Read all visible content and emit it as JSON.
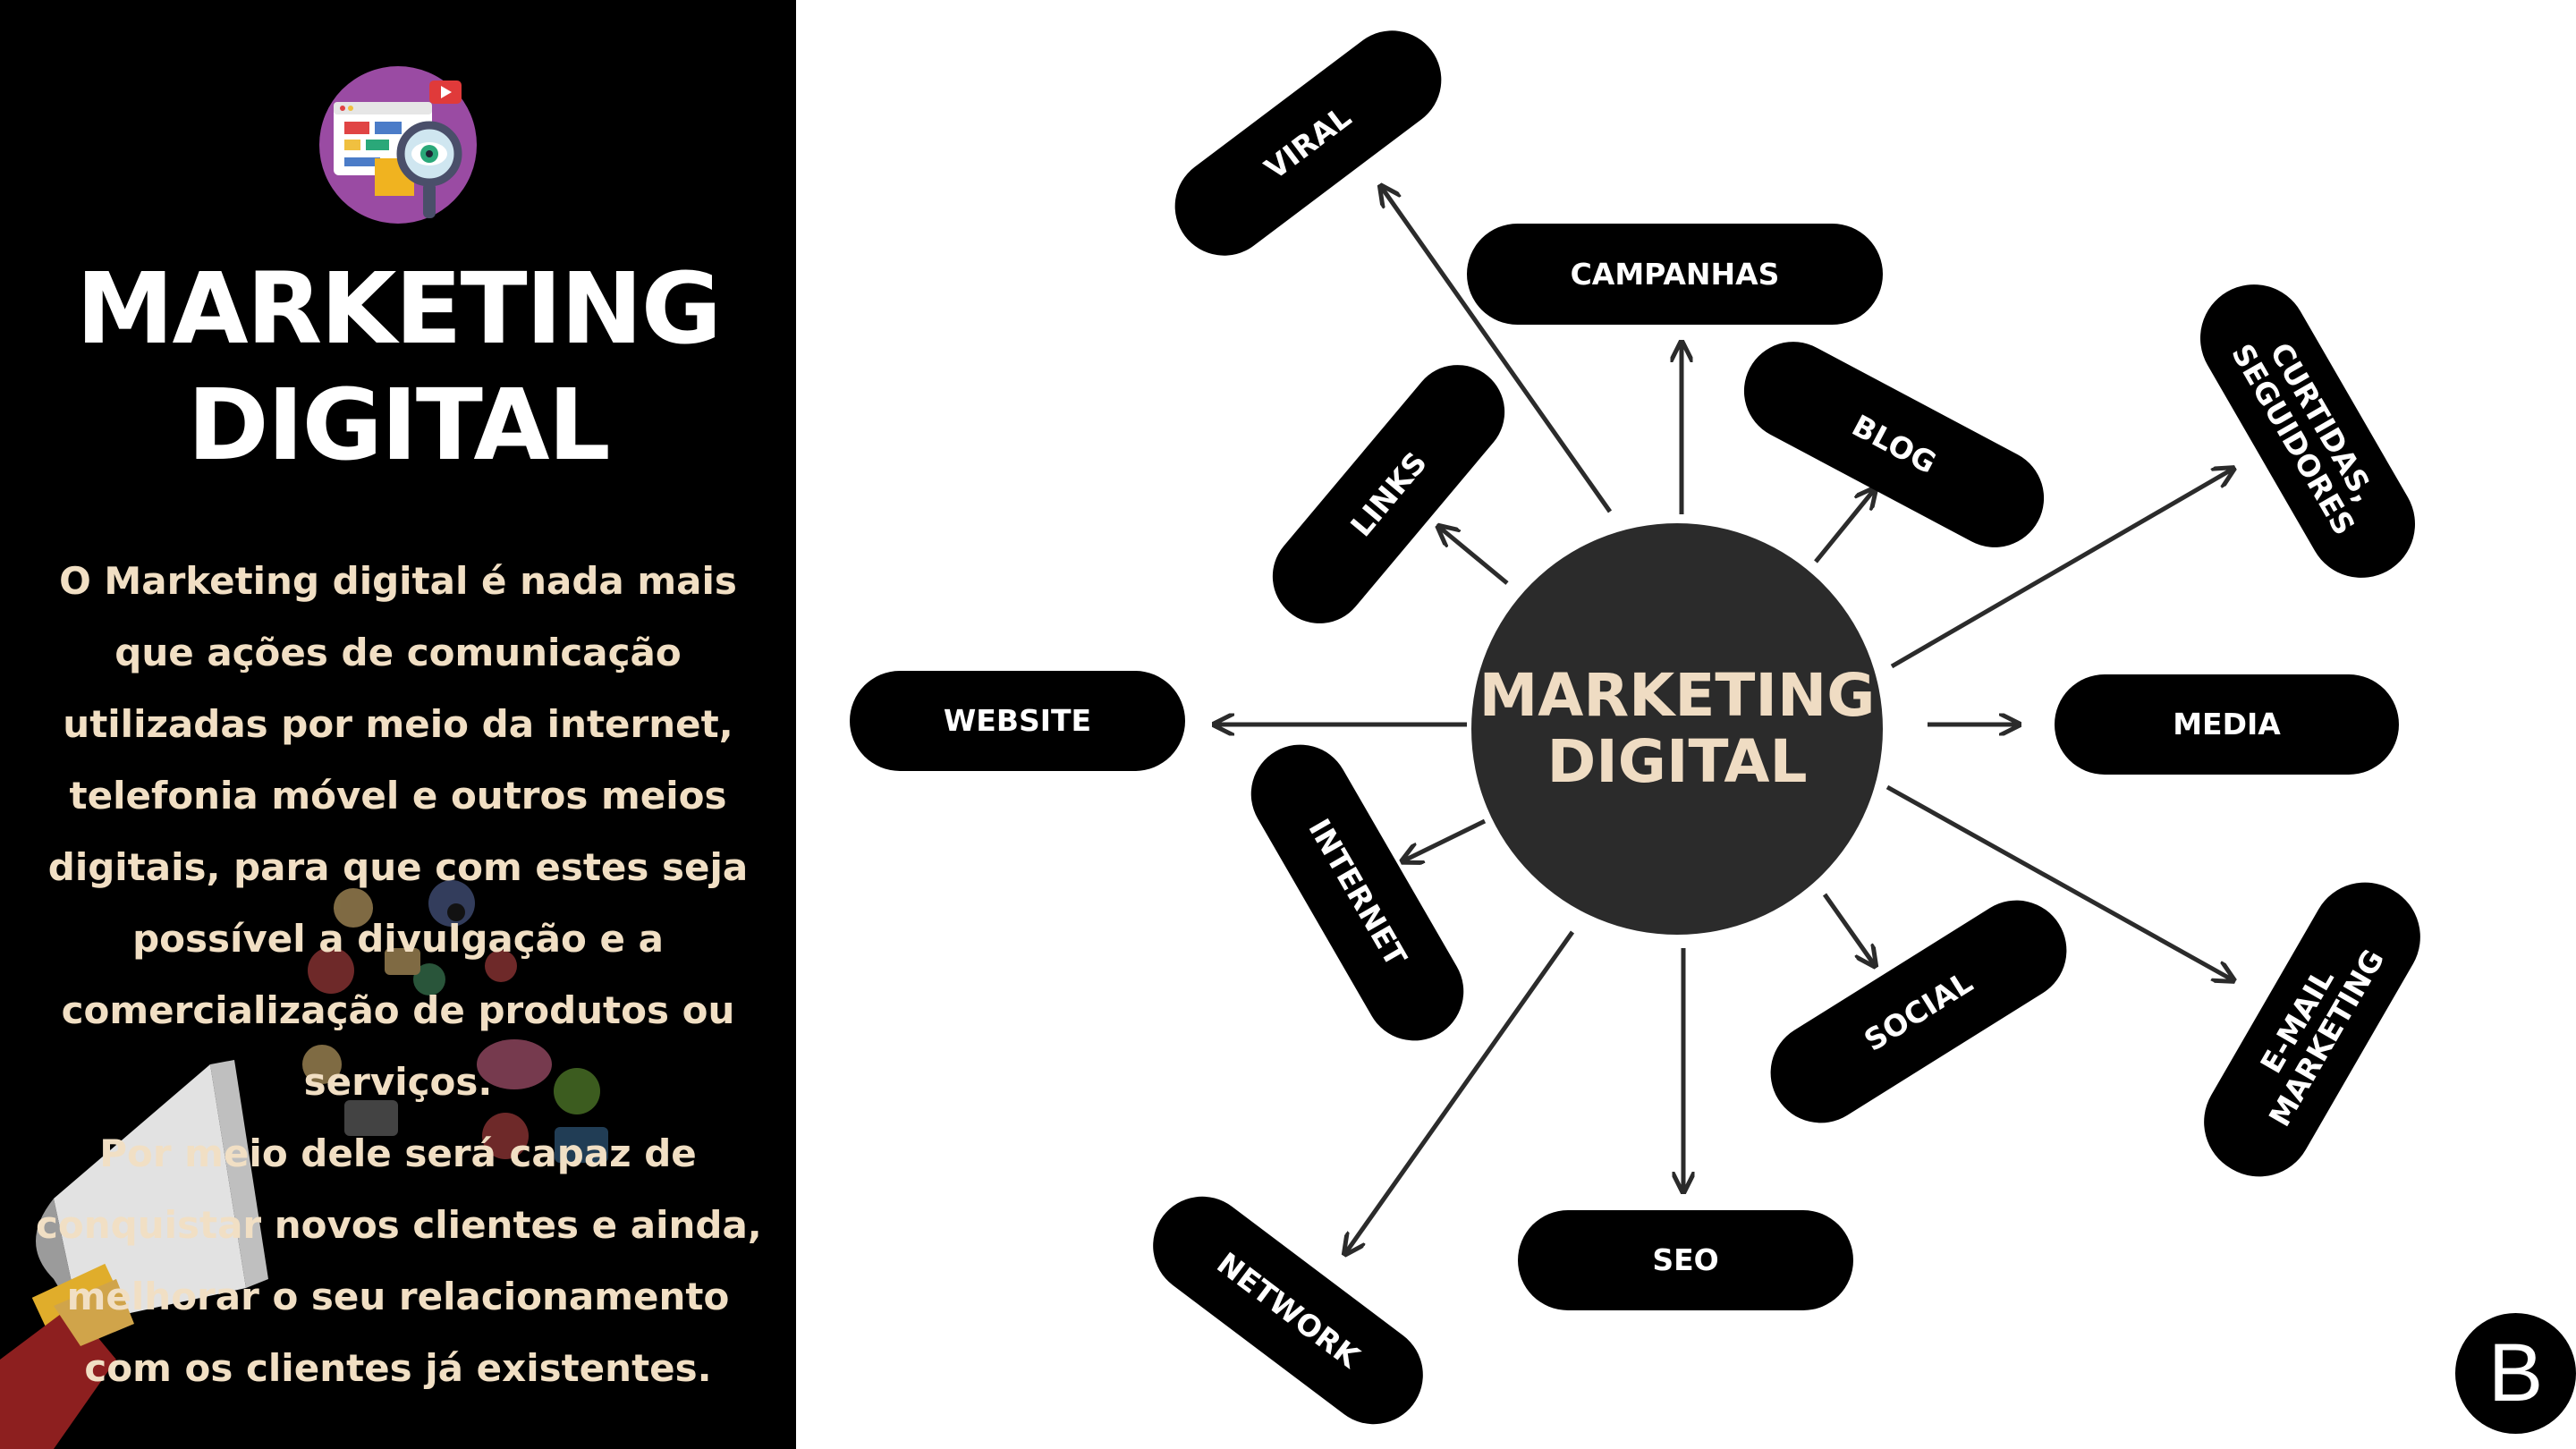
{
  "sidebar": {
    "title_line1": "MARKETING",
    "title_line2": "DIGITAL",
    "body_lines": [
      "O Marketing digital é nada mais",
      "que ações de comunicação",
      "utilizadas por meio da internet,",
      "telefonia móvel e outros meios",
      "digitais, para que com estes seja",
      "possível a divulgação e a",
      "comercialização de produtos ou",
      "serviços.",
      "Por meio dele será capaz de",
      "conquistar novos clientes e ainda,",
      "melhorar o seu relacionamento",
      "com os clientes já existentes."
    ],
    "logo_icon": "marketing-analytics-icon",
    "background_illustration": "megaphone-icons-illustration"
  },
  "diagram": {
    "center_line1": "MARKETING",
    "center_line2": "DIGITAL",
    "nodes": {
      "viral": "VIRAL",
      "campanhas": "CAMPANHAS",
      "links": "LINKS",
      "blog": "BLOG",
      "curtidas_line1": "CURTIDAS,",
      "curtidas_line2": "SEGUIDORES",
      "website": "WEBSITE",
      "media": "MEDIA",
      "internet": "INTERNET",
      "social": "SOCIAL",
      "email_line1": "E-MAIL",
      "email_line2": "MARKETING",
      "network": "NETWORK",
      "seo": "SEO"
    }
  },
  "brand": {
    "letter": "B"
  },
  "colors": {
    "sidebar_bg": "#000000",
    "body_text": "#f1dfc4",
    "center_circle": "#2b2b2b",
    "center_text": "#efdcc3",
    "pill": "#000000",
    "arrow": "#2b2b2b"
  }
}
